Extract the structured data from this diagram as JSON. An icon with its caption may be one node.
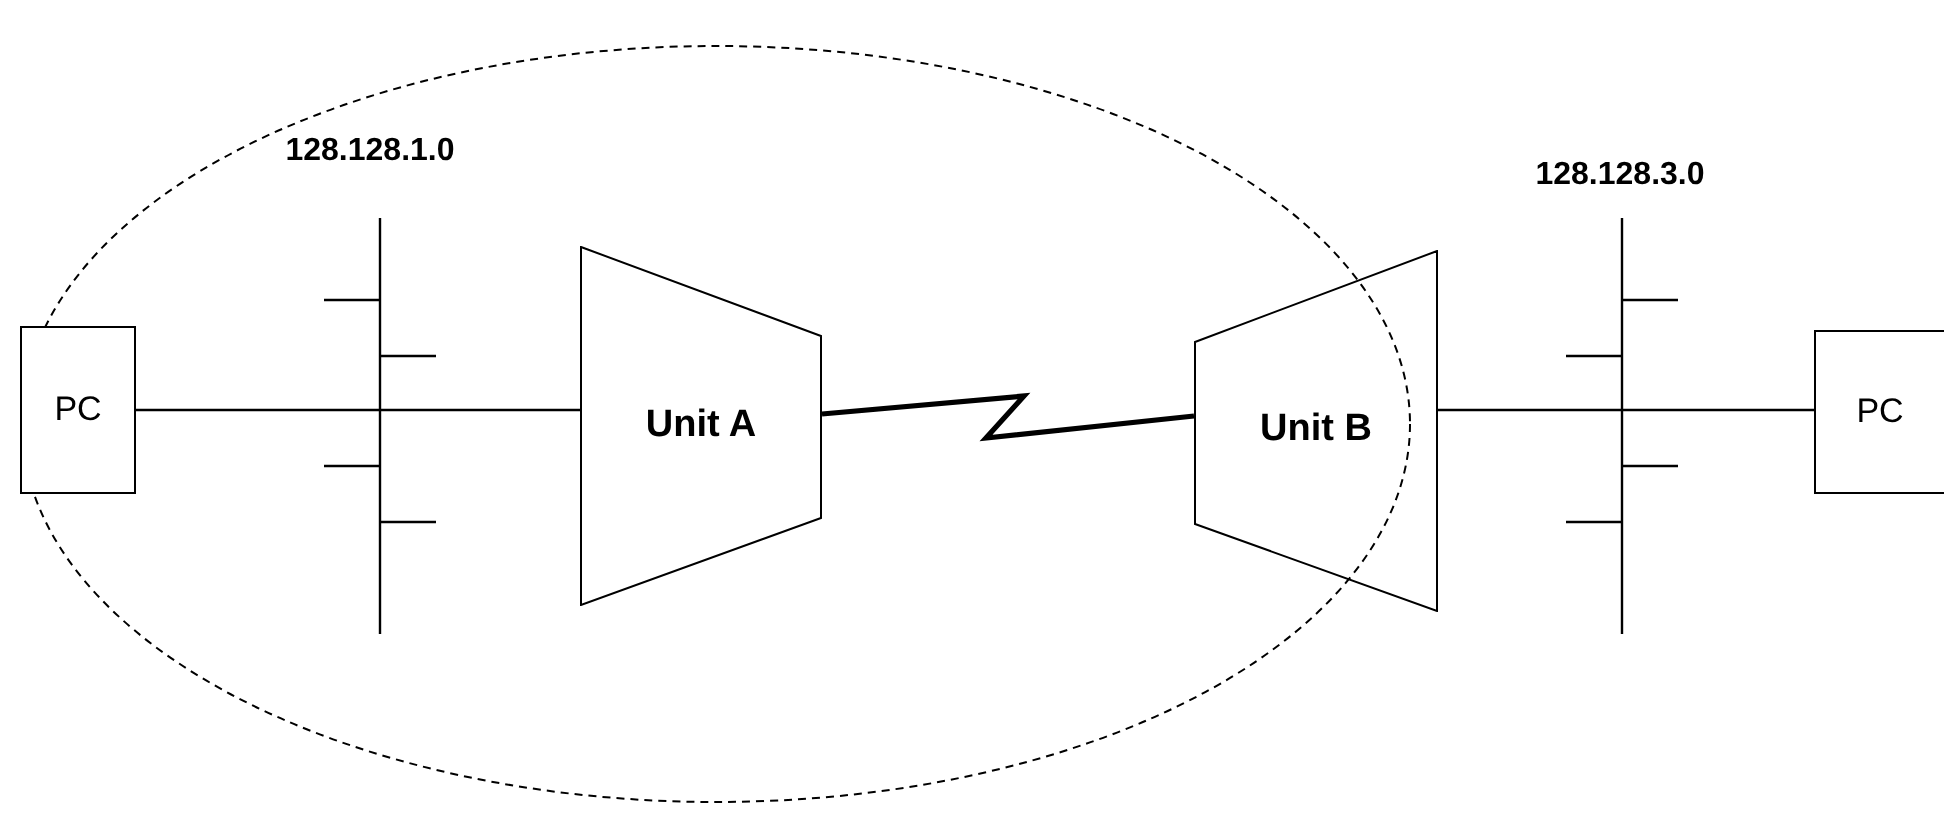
{
  "diagram": {
    "nodes": [
      {
        "text": [],
        "shape": "ellipse"
      },
      {
        "text": [
          "PC"
        ],
        "in": 0
      },
      {
        "text": [
          "128.128.1.0"
        ],
        "in": 0
      },
      {
        "text": [
          "Unit A"
        ],
        "in": 0
      },
      {
        "text": [
          "Unit B"
        ]
      },
      {
        "text": [
          "128.128.3.0"
        ]
      },
      {
        "text": [
          "PC"
        ]
      }
    ],
    "edges": [
      {
        "from": 1,
        "to": 2,
        "arrow": "none"
      },
      {
        "from": 2,
        "to": 3,
        "arrow": "none"
      },
      {
        "from": 3,
        "to": 4,
        "arrow": "none"
      },
      {
        "from": 4,
        "to": 5,
        "arrow": "none"
      },
      {
        "from": 5,
        "to": 6,
        "arrow": "none"
      }
    ]
  }
}
